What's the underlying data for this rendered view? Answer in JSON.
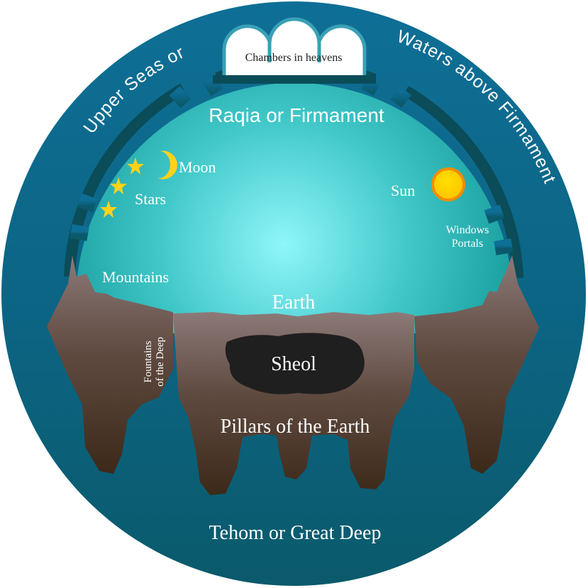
{
  "labels": {
    "upper_seas": "Upper Seas or",
    "waters_above": "Waters above Firmament",
    "chambers": "Chambers in heavens",
    "firmament": "Raqia or Firmament",
    "moon": "Moon",
    "stars": "Stars",
    "sun": "Sun",
    "windows_line1": "Windows",
    "windows_line2": "Portals",
    "mountains": "Mountains",
    "earth": "Earth",
    "sheol": "Sheol",
    "fountains_line1": "Fountains",
    "fountains_line2": "of the Deep",
    "pillars": "Pillars of the Earth",
    "tehom": "Tehom or Great Deep"
  },
  "colors": {
    "ocean_top": "#0e6f96",
    "ocean_bottom": "#0a5a6b",
    "dome_center": "#8ff6fa",
    "dome_edge": "#1a9e9e",
    "firmament_band": "#0b4c59",
    "earth_top": "#8c7a78",
    "earth_bottom": "#3c2919",
    "sheol": "#1f1f1f",
    "sun_fill": "#ffd400",
    "sun_ring": "#f28c00",
    "star": "#ffd21a",
    "text_light": "#ffffff",
    "text_dark": "#222222",
    "chamber_fill": "#ffffff",
    "chamber_stroke": "#0b4c59"
  }
}
